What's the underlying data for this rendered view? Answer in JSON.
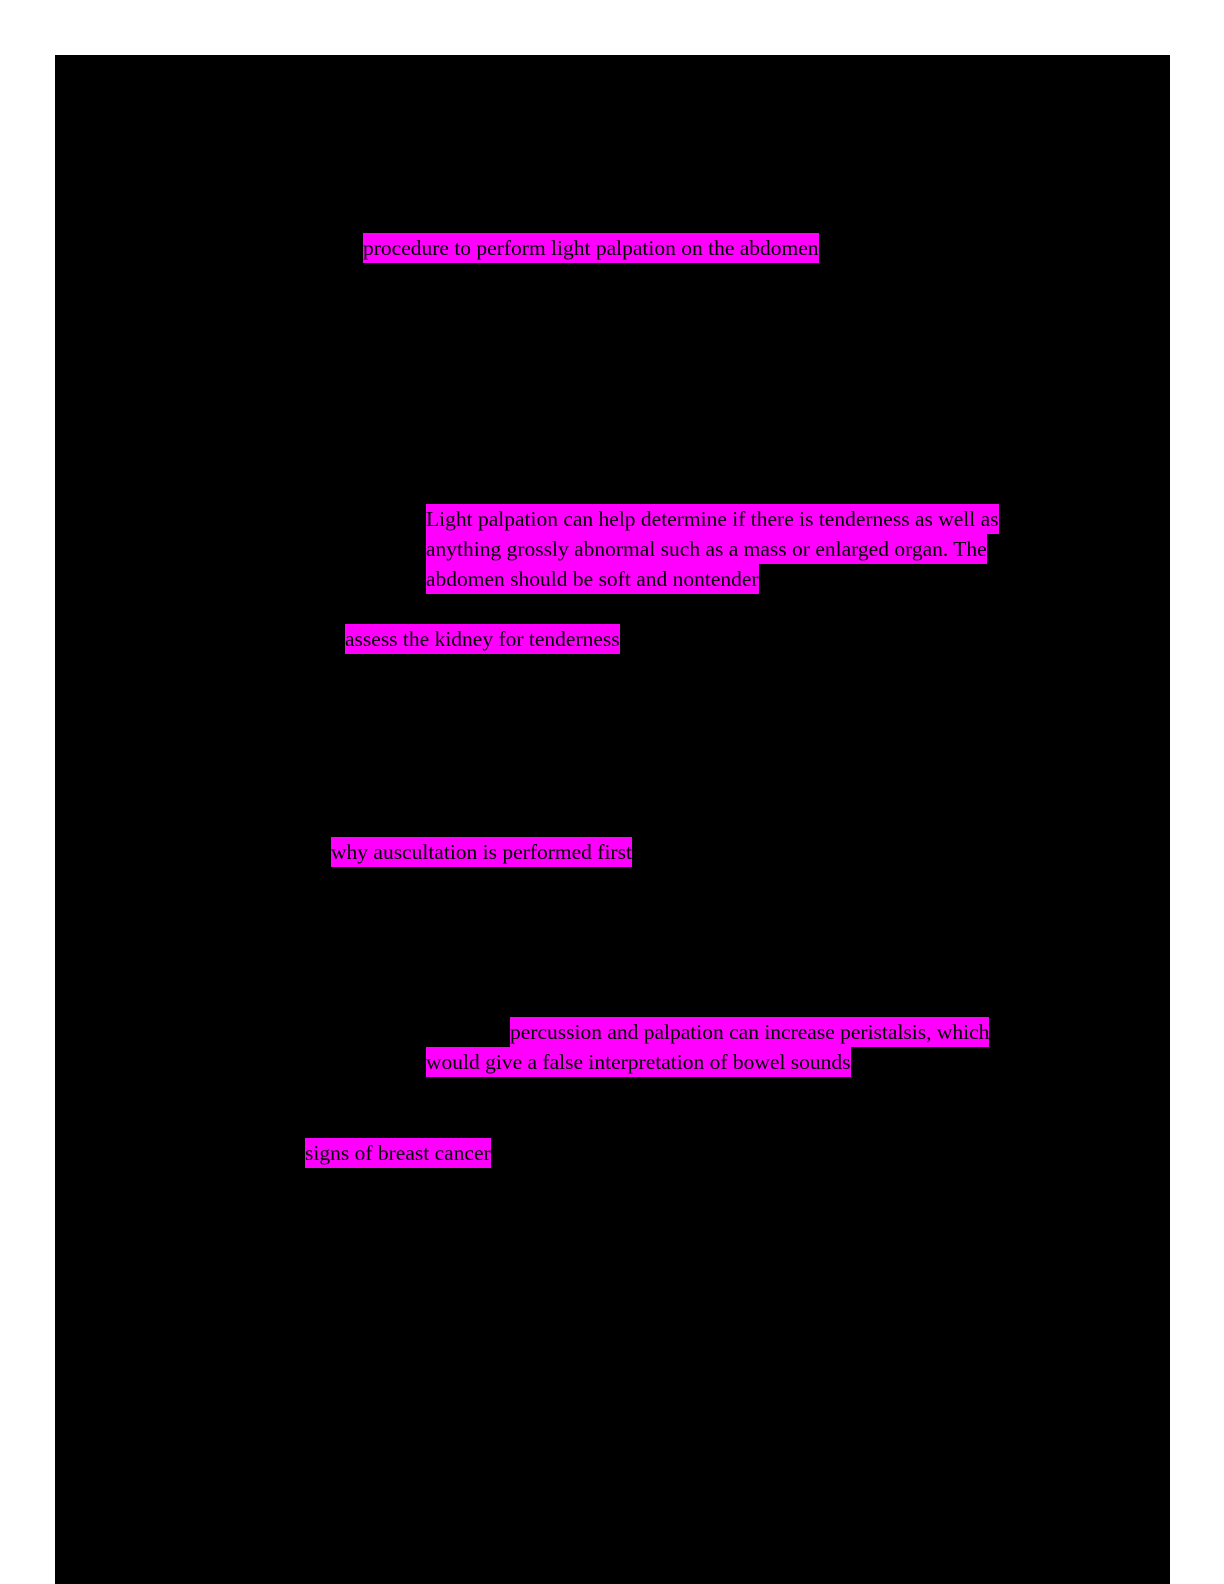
{
  "document": {
    "page_background_color": "#000000",
    "canvas_background_color": "#ffffff",
    "highlight_color": "#ff00ff",
    "text_color": "#000000"
  },
  "annotations": [
    {
      "id": "procedure-light-palpation",
      "lines": [
        "procedure to perform light palpation on the abdomen"
      ]
    },
    {
      "id": "light-palpation-findings",
      "lines": [
        "Light palpation can help determine if there is tenderness as well as",
        "anything grossly abnormal such as a mass or enlarged organ. The",
        "abdomen should be soft and nontender"
      ]
    },
    {
      "id": "assess-kidney-tenderness",
      "lines": [
        "assess the kidney for tenderness"
      ]
    },
    {
      "id": "why-auscultation-first",
      "lines": [
        "why auscultation is performed first"
      ]
    },
    {
      "id": "percussion-palpation-peristalsis",
      "lines": [
        "percussion and palpation can increase peristalsis, which",
        "would give a false interpretation of bowel sounds"
      ]
    },
    {
      "id": "signs-of-breast-cancer",
      "lines": [
        "signs of breast cancer"
      ]
    }
  ]
}
